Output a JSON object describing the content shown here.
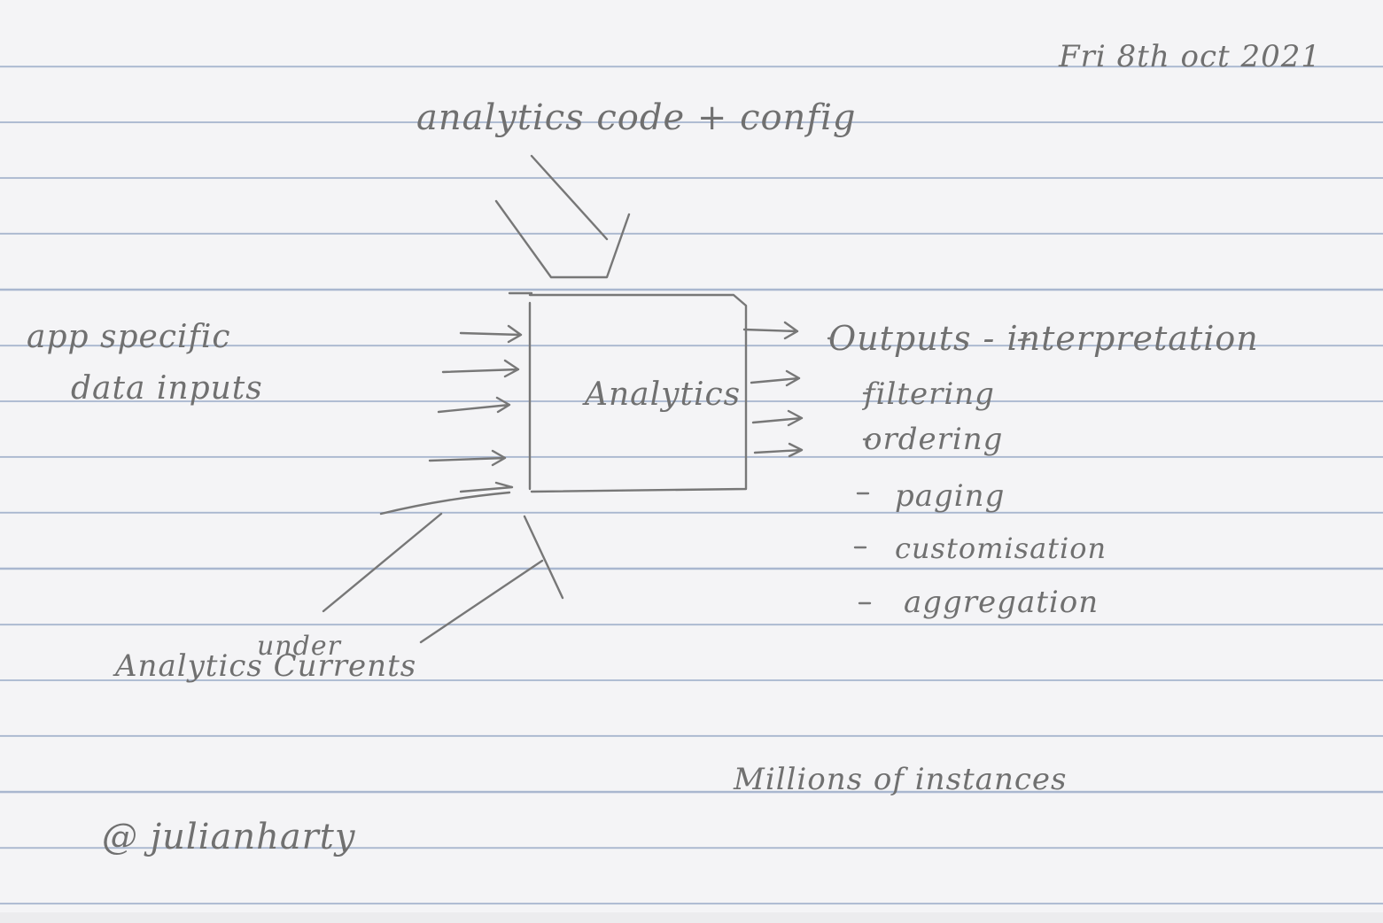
{
  "date": "Fri 8th oct 2021",
  "top_input": "analytics code + config",
  "left_input": {
    "line1": "app specific",
    "line2": "data   inputs"
  },
  "box_label": "Analytics",
  "outputs_heading": "Outputs - interpretation",
  "output_items": [
    "filtering",
    "ordering",
    "paging",
    "customisation",
    "aggregation"
  ],
  "undercurrent": {
    "line1": "under",
    "line2": "Analytics Currents"
  },
  "note": "Millions of instances",
  "author": "@ julianharty",
  "colors": {
    "pencil": "#707070",
    "ruled_line": "#a9b7cf",
    "paper": "#f4f4f6"
  }
}
